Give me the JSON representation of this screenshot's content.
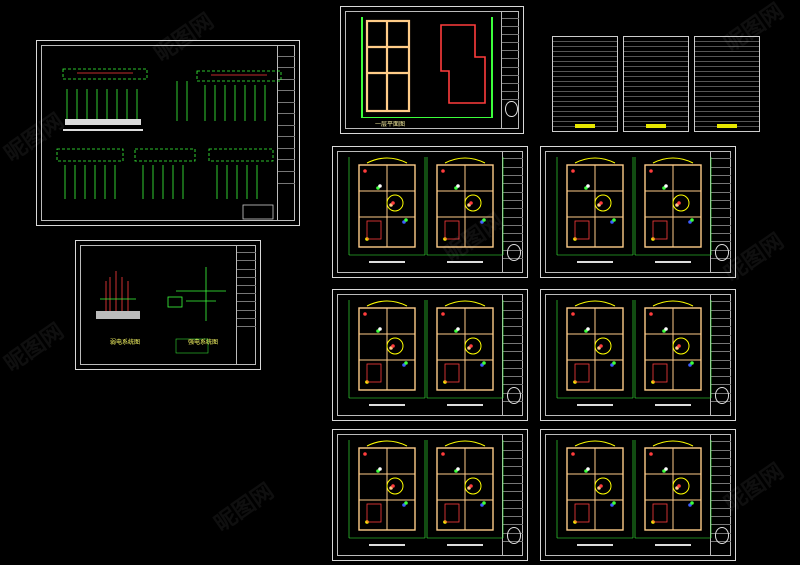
{
  "viewer": {
    "background": "#000000"
  },
  "watermark": {
    "text": "昵图网",
    "color": "#ffffff"
  },
  "colors": {
    "frame": "#d8d8d8",
    "wire": "#3cff3c",
    "wall": "#ff3c3c",
    "text": "#f8f0a0",
    "accent": "#ffff00",
    "blue": "#3c5cff"
  },
  "sheets": {
    "system_diagram": {
      "kind": "electrical-system-diagram"
    },
    "riser_diagram": {
      "kind": "riser-diagram",
      "caption_left": "弱电系统图",
      "caption_right": "强电系统图"
    },
    "floorplan_top": {
      "kind": "floor-plan",
      "caption": "一层平面图"
    },
    "schedules": {
      "kind": "equipment-schedule"
    },
    "plans": {
      "kind": "floor-plan-sets"
    }
  }
}
